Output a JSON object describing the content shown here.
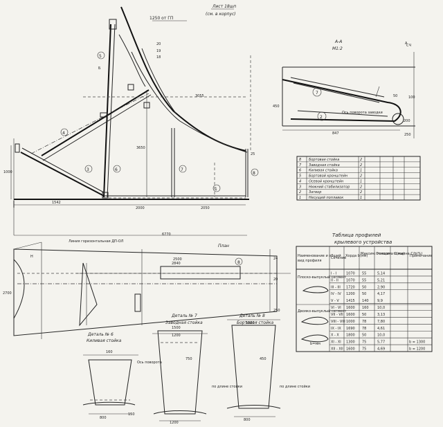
{
  "header": {
    "sheet": "Лист 18шп",
    "ref": "(см. в корпус)",
    "margin": "СЧ"
  },
  "elevation": {
    "top_label": "1250 от ГП",
    "marks": [
      "20",
      "19",
      "18"
    ],
    "members": [
      "5",
      "4",
      "3",
      "6",
      "7",
      "1",
      "8"
    ],
    "dim_3055": "3055",
    "dim_3650": "3650",
    "dim_1000": "1000",
    "dim_1542": "1542",
    "dim_2000": "2000",
    "dim_2050": "2050",
    "dim_6770": "6770",
    "dim_25": "25",
    "section_b": "Б"
  },
  "section_aa": {
    "title": "А-А",
    "scale": "М1:2",
    "members": [
      "7",
      "2"
    ],
    "note": "Ось поворота заводки",
    "dim_left": "450",
    "dim_bottom": "847",
    "dim_right": "100",
    "dim_top": "50",
    "dim_small": "200",
    "dim_base": "250",
    "corner": "А"
  },
  "parts": [
    {
      "no": "8",
      "name": "Бортовая стойка",
      "qty": "2"
    },
    {
      "no": "7",
      "name": "Заводная стойка",
      "qty": "2"
    },
    {
      "no": "6",
      "name": "Киливая стойка",
      "qty": "1"
    },
    {
      "no": "5",
      "name": "Бортовой кронштейн",
      "qty": "2"
    },
    {
      "no": "4",
      "name": "Осевой кронштейн",
      "qty": "1"
    },
    {
      "no": "3",
      "name": "Нижний стабилизатор",
      "qty": "2"
    },
    {
      "no": "2",
      "name": "Затвор",
      "qty": "2"
    },
    {
      "no": "1",
      "name": "Несущий поплавок",
      "qty": "1"
    }
  ],
  "profiles": {
    "title": "Таблица профилей",
    "subtitle": "крылевого устройства",
    "headers": [
      "Наименование и общий",
      "вид профиля",
      "Сечение",
      "Хорда b(мм)",
      "Максим. толщина С(мм)",
      "Относит. толщина С/b(%)",
      "Примечание"
    ],
    "group1": "Плоско-выпуклый сегмент",
    "group2": "Двояко-выпуклый сегмент",
    "sketch_label": "b=мм",
    "rows": [
      {
        "sec": "I - I",
        "chord": "1070",
        "thick": "55",
        "rel": "5,14",
        "note": ""
      },
      {
        "sec": "II - II",
        "chord": "1070",
        "thick": "55",
        "rel": "5,21",
        "note": ""
      },
      {
        "sec": "III - III",
        "chord": "1720",
        "thick": "50",
        "rel": "2,90",
        "note": ""
      },
      {
        "sec": "IV - IV",
        "chord": "1200",
        "thick": "50",
        "rel": "4,17",
        "note": ""
      },
      {
        "sec": "V - V",
        "chord": "1415",
        "thick": "140",
        "rel": "9,9",
        "note": ""
      },
      {
        "sec": "VI - VI",
        "chord": "1600",
        "thick": "160",
        "rel": "10,0",
        "note": ""
      },
      {
        "sec": "VII - VII",
        "chord": "1600",
        "thick": "50",
        "rel": "3,13",
        "note": ""
      },
      {
        "sec": "VIII - VIII",
        "chord": "1000",
        "thick": "78",
        "rel": "7,80",
        "note": ""
      },
      {
        "sec": "IX - IX",
        "chord": "1690",
        "thick": "78",
        "rel": "4,61",
        "note": ""
      },
      {
        "sec": "X - X",
        "chord": "1800",
        "thick": "50",
        "rel": "10,0",
        "note": ""
      },
      {
        "sec": "XI - XI",
        "chord": "1300",
        "thick": "75",
        "rel": "5,77",
        "note": "b = 1300"
      },
      {
        "sec": "XII - XII",
        "chord": "1600",
        "thick": "75",
        "rel": "4,69",
        "note": "b = 1200"
      }
    ]
  },
  "plan": {
    "title": "План",
    "note": "Линия горизонтальная ДП-ОЛ",
    "member": "8",
    "dims": [
      "2500",
      "2840",
      "24",
      "20",
      "250",
      "2700",
      "Н"
    ]
  },
  "details": [
    {
      "title": "Деталь № 6",
      "name": "Киливая стойка",
      "dim_top": "160",
      "dim_bottom": "800",
      "note": "Ось поворота",
      "dim_side": "150"
    },
    {
      "title": "Деталь № 7",
      "name": "Заводная стойка",
      "dim_top": "1500",
      "dim_mid": "1200",
      "dim_bottom": "1200",
      "dim_h": "750",
      "note": "по длине стойки"
    },
    {
      "title": "Деталь № 8",
      "name": "Бортовая стойка",
      "dim_top": "1600",
      "dim_bottom": "800",
      "dim_h": "450",
      "note": "по длине стойки"
    }
  ]
}
